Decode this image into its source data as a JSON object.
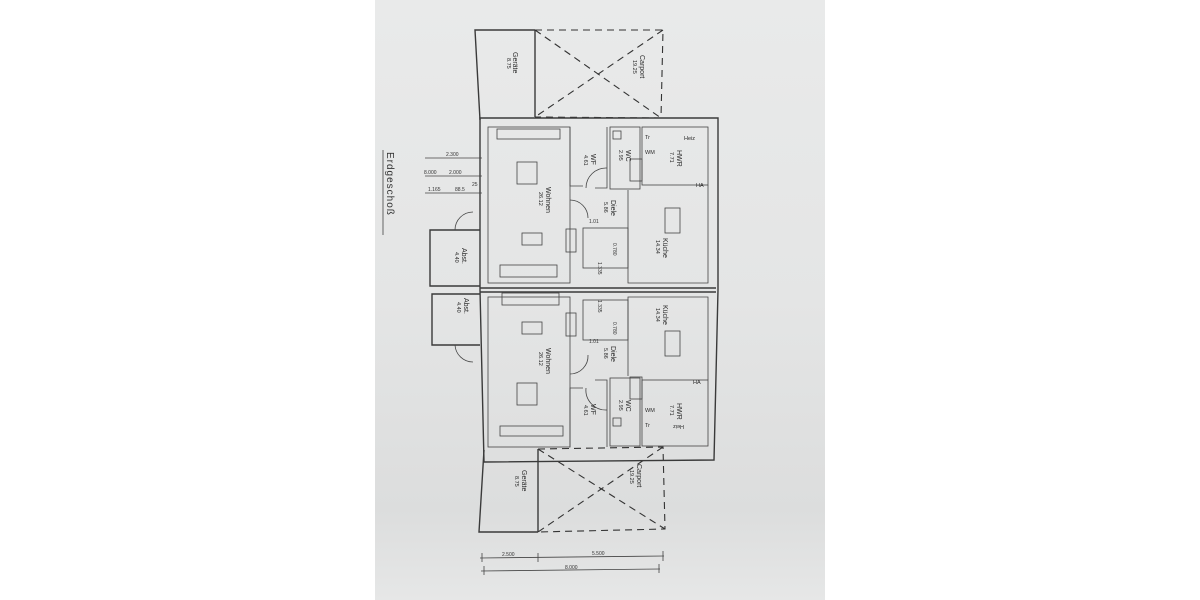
{
  "drawing_title": "Erdgeschoß",
  "rooms": {
    "geraete": {
      "name": "Geräte",
      "area": "8.75"
    },
    "carport": {
      "name": "Carport",
      "area": "19.25"
    },
    "wohnen": {
      "name": "Wohnen",
      "area": "26.12"
    },
    "wf": {
      "name": "WF",
      "area": "4.61"
    },
    "wc": {
      "name": "WC",
      "area": "2.95"
    },
    "hwr": {
      "name": "HWR",
      "area": "7.71"
    },
    "diele": {
      "name": "Diele",
      "area": "5.86"
    },
    "kueche": {
      "name": "Küche",
      "area": "14.34"
    },
    "abst": {
      "name": "Abst.",
      "area": "4.40"
    }
  },
  "fixtures": {
    "heiz": "Heiz",
    "ha": "HA",
    "tr": "Tr",
    "wm": "WM"
  },
  "dimensions": {
    "left": [
      "2.300",
      "2.000",
      "1.165",
      "88.5",
      "25",
      "8.000"
    ],
    "stair": [
      "1.01",
      "0.780",
      "1.335"
    ],
    "bottom": [
      "2.500",
      "5.500",
      "8.000"
    ]
  }
}
